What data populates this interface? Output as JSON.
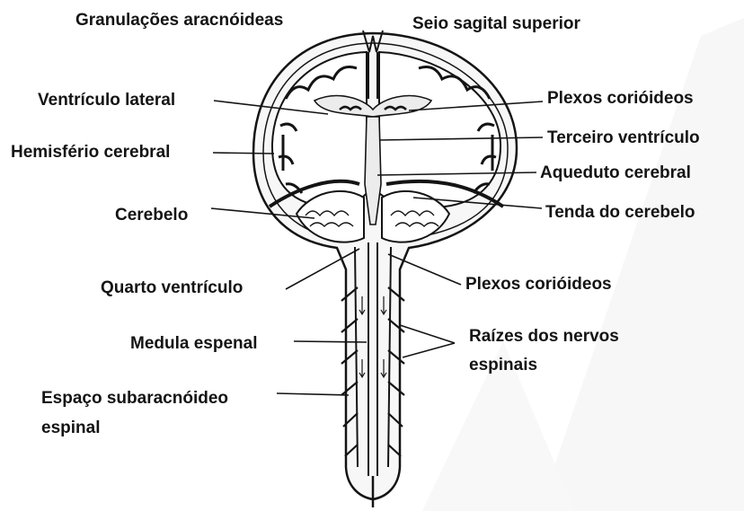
{
  "colors": {
    "ink": "#141414",
    "tissue": "#f6f6f6",
    "fluid": "#e8e8e8",
    "background_band": "#eeeeee"
  },
  "labels": {
    "granulacoes": "Granulações aracnóideas",
    "seio_sagital": "Seio sagital superior",
    "ventriculo_lateral": "Ventrículo lateral",
    "plexos_corioideos_top": "Plexos corióideos",
    "hemisferio": "Hemisfério cerebral",
    "terceiro_ventriculo": "Terceiro ventrículo",
    "aqueduto": "Aqueduto cerebral",
    "cerebelo": "Cerebelo",
    "tenda": "Tenda do cerebelo",
    "quarto_ventriculo": "Quarto ventrículo",
    "plexos_corioideos_bottom": "Plexos corióideos",
    "medula": "Medula espenal",
    "raizes_line1": "Raízes dos nervos",
    "raizes_line2": "espinais",
    "espaco_line1": "Espaço subaracnóideo",
    "espaco_line2": "espinal"
  }
}
